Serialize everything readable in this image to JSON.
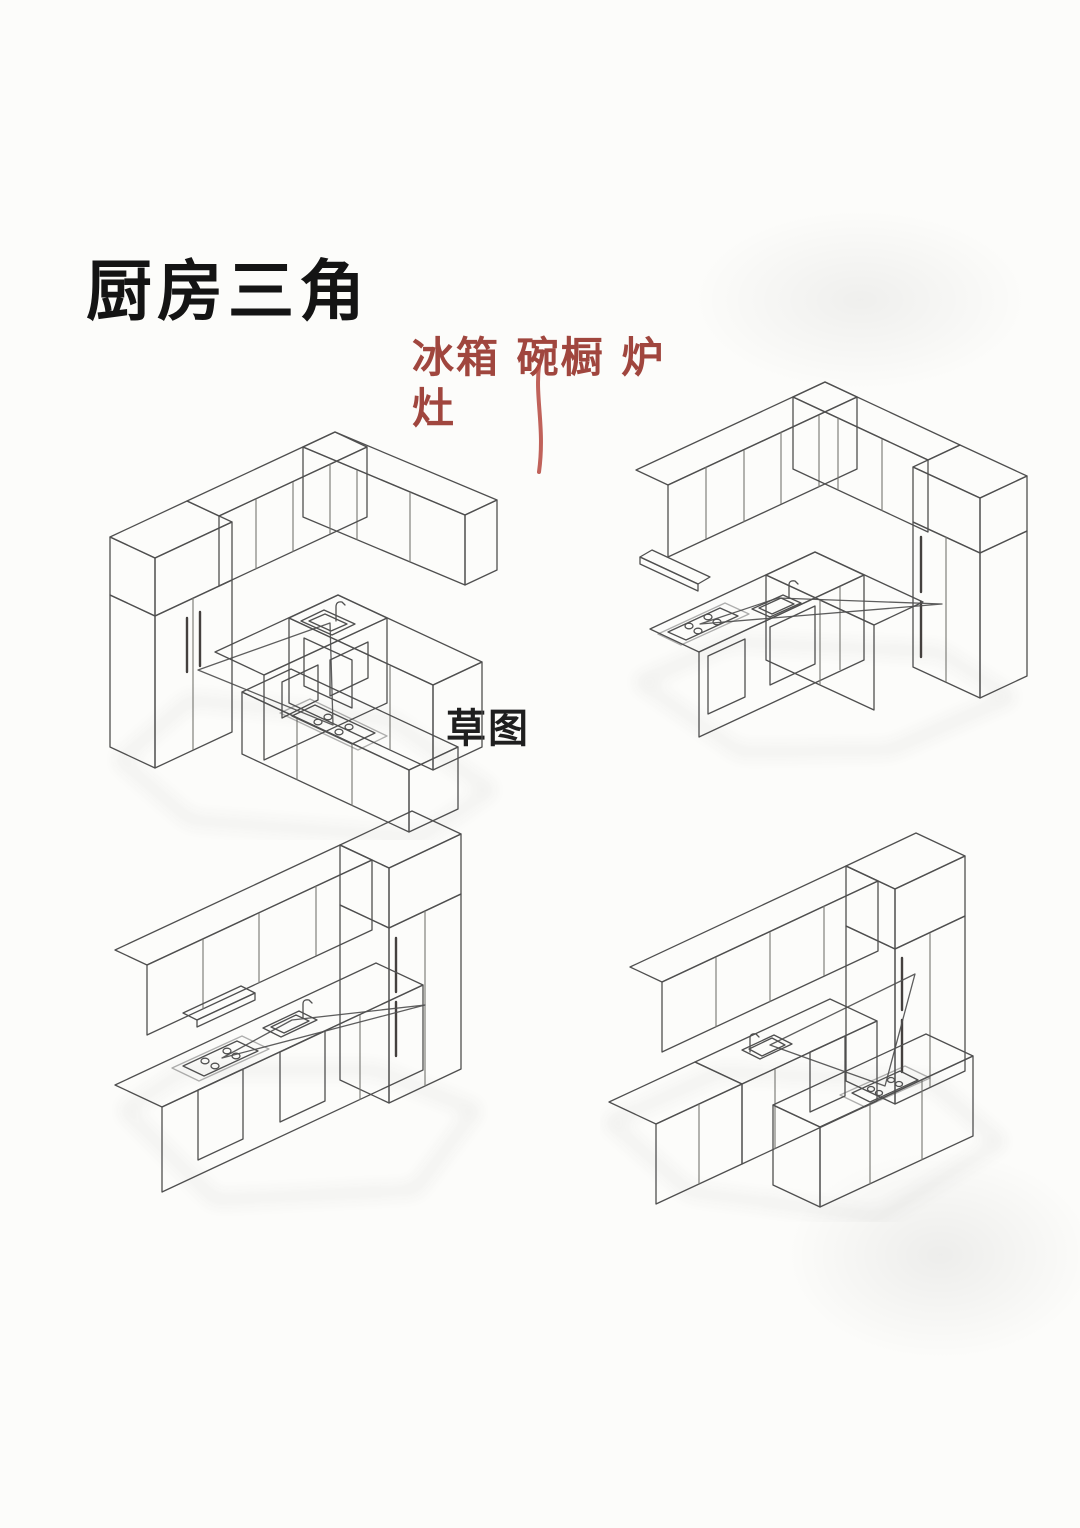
{
  "title": "厨房三角",
  "annotation": {
    "line1": "冰箱 碗橱 炉",
    "line2": "灶"
  },
  "sketch_label": "草图",
  "colors": {
    "annotation_red": "#a0463e",
    "arrow_red": "#b5473d",
    "work_triangle_red": "#d4574b",
    "highlight_pink": "#d09c96",
    "cabinet_gray": "#e9e9e6",
    "outline_gray": "#4f4f4f",
    "background": "#fcfcfa"
  },
  "diagrams": [
    {
      "id": "u-shaped-kitchen"
    },
    {
      "id": "l-shaped-kitchen"
    },
    {
      "id": "single-wall-kitchen"
    },
    {
      "id": "island-kitchen"
    }
  ]
}
